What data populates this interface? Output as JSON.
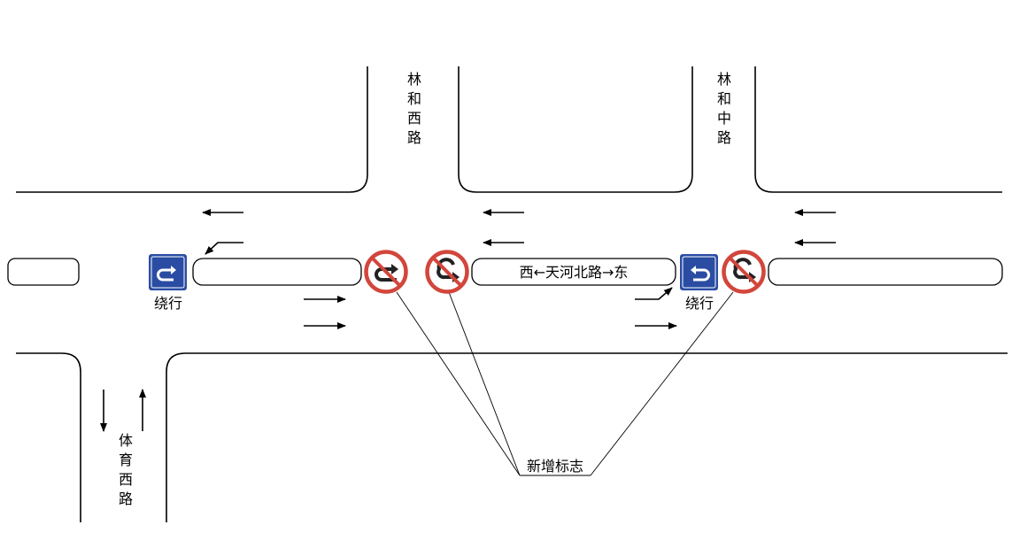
{
  "labels": {
    "main_road": "西←天河北路→东",
    "street_linhe_west": [
      "林",
      "和",
      "西",
      "路"
    ],
    "street_linhe_middle": [
      "林",
      "和",
      "中",
      "路"
    ],
    "street_tiyu_west": [
      "体",
      "育",
      "西",
      "路"
    ],
    "detour_1": "绕行",
    "detour_2": "绕行",
    "new_signs": "新增标志"
  },
  "colors": {
    "prohibition_ring": "#d2463c",
    "detour_sign_bg": "#2a4da3",
    "line": "#000000"
  },
  "icons": {
    "prohibition": "no-u-turn-sign-icon",
    "detour": "u-turn-detour-sign-icon",
    "arrow": "direction-arrow-icon"
  }
}
